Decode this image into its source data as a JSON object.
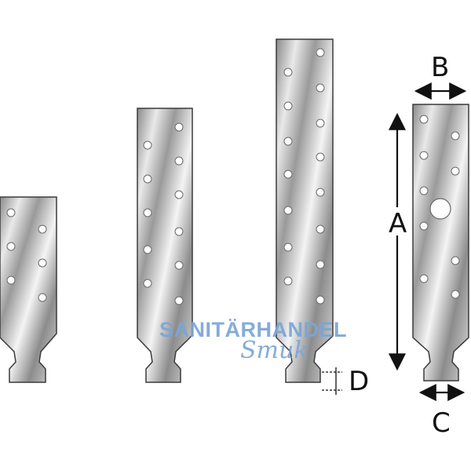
{
  "labels": {
    "a": "A",
    "b": "B",
    "c": "C",
    "d": "D"
  },
  "watermark": {
    "line1": "SANITÄRHANDEL",
    "line2": "Smuk"
  },
  "colors": {
    "steel_dark": "#7c7c7c",
    "steel_light": "#f2f2f2",
    "outline": "#3a3a3a",
    "arrow": "#111111",
    "watermark": "#7aa6d6"
  }
}
